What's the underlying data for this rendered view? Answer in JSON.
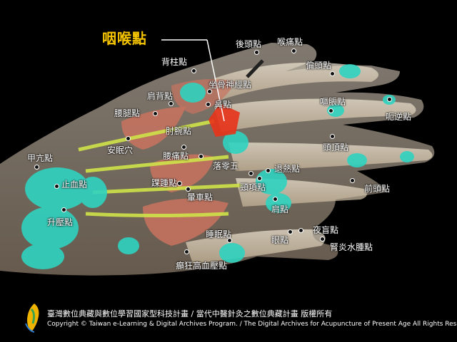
{
  "title": "咽喉點",
  "points": [
    {
      "id": "houtou",
      "label": "後頭點"
    },
    {
      "id": "houtong",
      "label": "喉痛點"
    },
    {
      "id": "piantou",
      "label": "偏頭點"
    },
    {
      "id": "beizhu",
      "label": "背柱點"
    },
    {
      "id": "zuogu",
      "label": "坐骨神經點"
    },
    {
      "id": "jianbei",
      "label": "肩背點"
    },
    {
      "id": "bi",
      "label": "鼻點"
    },
    {
      "id": "yaotui",
      "label": "腰腿點"
    },
    {
      "id": "ouzhang",
      "label": "嘔脹點"
    },
    {
      "id": "enie",
      "label": "呃逆點"
    },
    {
      "id": "zhouwan",
      "label": "肘腕點"
    },
    {
      "id": "anmian",
      "label": "安眠穴"
    },
    {
      "id": "toudian",
      "label": "頭頂點"
    },
    {
      "id": "jiaxian",
      "label": "甲亢點"
    },
    {
      "id": "yaotong",
      "label": "腰痛點"
    },
    {
      "id": "luoling",
      "label": "落零五"
    },
    {
      "id": "tuire",
      "label": "退熱點"
    },
    {
      "id": "zhixue",
      "label": "止血點"
    },
    {
      "id": "jingxiang",
      "label": "頸項點"
    },
    {
      "id": "huaiqiu",
      "label": "踝踵點"
    },
    {
      "id": "yunche",
      "label": "暈車點"
    },
    {
      "id": "qiantou",
      "label": "前頭點"
    },
    {
      "id": "jian",
      "label": "肩點"
    },
    {
      "id": "shengya",
      "label": "升壓點"
    },
    {
      "id": "yemang",
      "label": "夜盲點"
    },
    {
      "id": "shuimian",
      "label": "睡眠點"
    },
    {
      "id": "yan",
      "label": "眼點"
    },
    {
      "id": "shenyan",
      "label": "腎炎水腫點"
    },
    {
      "id": "dianguang",
      "label": "癲狂高血壓點"
    }
  ],
  "footer": {
    "zh": "臺灣數位典藏與數位學習國家型科技計畫 / 當代中醫針灸之數位典藏計畫 版權所有",
    "en": "Copyright © Taiwan e-Learning & Digital Archives Program. / The Digital Archives for Acupuncture of Present Age All Rights Reserved."
  },
  "colors": {
    "title": "#f5c400",
    "highlight": "#e8331a",
    "teal": "#2fd3c0"
  }
}
